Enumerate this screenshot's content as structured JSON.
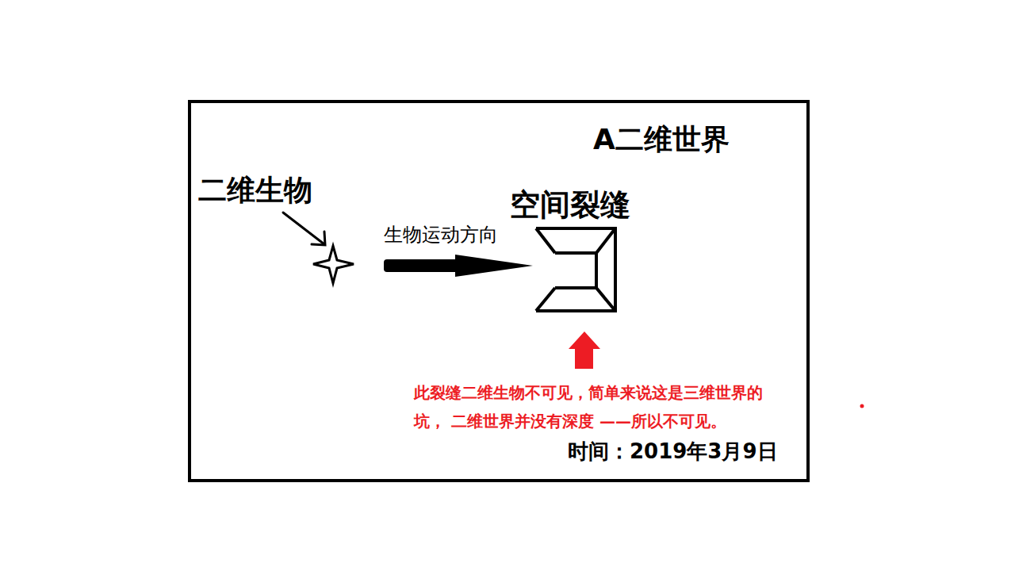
{
  "diagram": {
    "nodes": [
      {
        "text": [
          "A二维世界"
        ]
      },
      {
        "text": [
          "空间裂缝"
        ],
        "in": 0
      }
    ],
    "labels": [
      "二维生物",
      "生物运动方向",
      "此裂缝二维生物不可见，简单来说这是三维世界的 坑， 二维世界并没有深度 ——所以不可见。",
      "时间：2019年3月9日"
    ]
  }
}
